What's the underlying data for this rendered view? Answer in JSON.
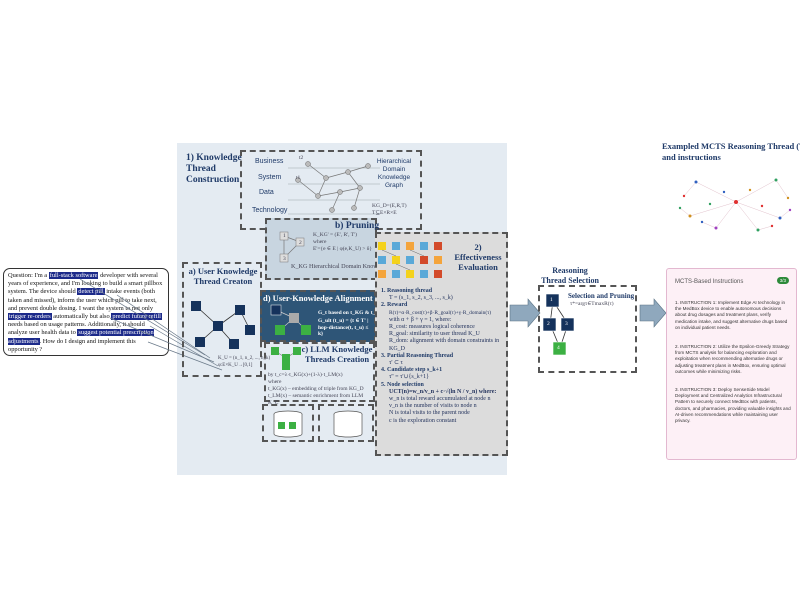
{
  "question": {
    "prefix": "Question: I'm a ",
    "hl1": "full-stack software",
    "t2": " developer with several years of experience, and I'm looking to build a smart pillbox system. The device should ",
    "hl2": "detect pill",
    "t3": " intake events (both taken and missed), inform the user which pill to take next, and prevent double dosing. I want the system to not only ",
    "hl3": "trigger re-orders",
    "t4": " automatically but also ",
    "hl4": "predict future refill",
    "t5": " needs based on usage patterns. Additionally, it should analyze user health data to ",
    "hl5": "suggest potential prescription adjustments",
    "t6": ". How do I design and implement this opportunity ?"
  },
  "kt": {
    "title": "1) Knowledge Thread Construction",
    "layers": [
      "Business",
      "System",
      "Data",
      "Technology"
    ],
    "graph_label": "Hierarchical Domain Knowledge Graph",
    "kg_formula": "KG_D=(E,R,T)",
    "kg_formula2": "T⊆E×R×E",
    "node_labels": [
      "t1",
      "t2"
    ]
  },
  "ukt": {
    "title": "a) User Knowledge Thread Creaton",
    "formula": "K_U = (n_1, n_2, ..., n_k)",
    "formula2": "φ:E×K_U→[0,1]"
  },
  "pruning": {
    "title": "b) Pruning",
    "formula": "K_KG' = (E', R', T')",
    "where": "where",
    "formula2": "E'={e ∈ E | φ(e,K_U) > δ}",
    "caption": "K_KG Hierarchical Domain Knowledge Threads",
    "nums": [
      "1",
      "2",
      "3"
    ]
  },
  "alignment": {
    "title": "d) User-Knowledge Alignment by",
    "text1": "G_t based on t_KG & t_LM",
    "text2": "G_ult (t_u) = {t ∈ T' | hop-distance(t, t_u) ≤ k}"
  },
  "llm": {
    "title": "c) LLM Knowledge Threads Creation",
    "formula": "by t_c=λ·t_KG(x)+(1-λ)·t_LM(x)",
    "where": "where",
    "def1": "t_KG(x) – embedding of triple from KG_D",
    "def2": "t_LM(x) – semantic enrichment from LLM K_C"
  },
  "eval": {
    "title": "2) Effectiveness Evaluation",
    "s1": "1. Reasoning thread",
    "s1f": "T = (s_1, s_2, s_3, ..., s_k)",
    "s2": "2. Reward",
    "s2f": "R(τ)=α·R_cost(τ)+β·R_goal(τ)+γ·R_domain(τ)",
    "s2f2": "with α + β + γ = 1, where:",
    "s2a": "R_cost: measures logical coherence",
    "s2b": "R_goal: similarity to user thread K_U",
    "s2c": "R_dom: alignment with domain constraints in KG_D",
    "s3": "3. Partial Reasoning Thread",
    "s3f": "τ' ⊂ τ",
    "s4": "4. Candidate step s_k+1",
    "s4f": "τ'' = τ'∪{s_k+1}",
    "s5": "5. Node selection",
    "s5f": "UCT(n)=w_n/v_n + c·√(ln N / v_n)  where:",
    "d1": "w_n is total reward accumulated at node n",
    "d2": "v_n is the number of visits to node n",
    "d3": "N is total visits to the parent node",
    "d4": "c is the exploration constant"
  },
  "rts": {
    "title": "Reasoning Thread Selection",
    "label": "Selection and Pruning",
    "formula": "τ*=argτ∈TmaxR(τ)",
    "nodes": [
      "1",
      "2",
      "3",
      "4"
    ]
  },
  "mcts": {
    "title": "Exampled MCTS Reasoning Thread (Tex",
    "title2": "and instructions",
    "card_title": "MCTS-Based Instructions",
    "badge": "3/3",
    "i1": "1. INSTRUCTION 1: Implement Edge AI technology in the MedBox device to enable autonomous decisions about drug dosages and treatment plans, verify medication intake, and suggest alternative drugs based on individual patient needs.",
    "i2": "2. INSTRUCTION 2: Utilize the Epsilon-Greedy Strategy from MCTS analysis for balancing exploration and exploitation when recommending alternative drugs or adjusting treatment plans in MedBox, ensuring optimal outcomes while minimizing risks.",
    "i3": "3. INSTRUCTION 3: Deploy SenseSide Model Deployment and Centralized Analytics Infrastructural Pattern to securely connect MedBox with patients, doctors, and pharmacies, providing valuable insights and AI-driven recommendations while maintaining user privacy."
  },
  "colors": {
    "navy": "#15325c",
    "green": "#3cb043",
    "panel": "#e4ebf2",
    "eval_bg": "#dcdcdc",
    "highlight": "#1c2a8a",
    "arrow": "#8fa8bd"
  }
}
